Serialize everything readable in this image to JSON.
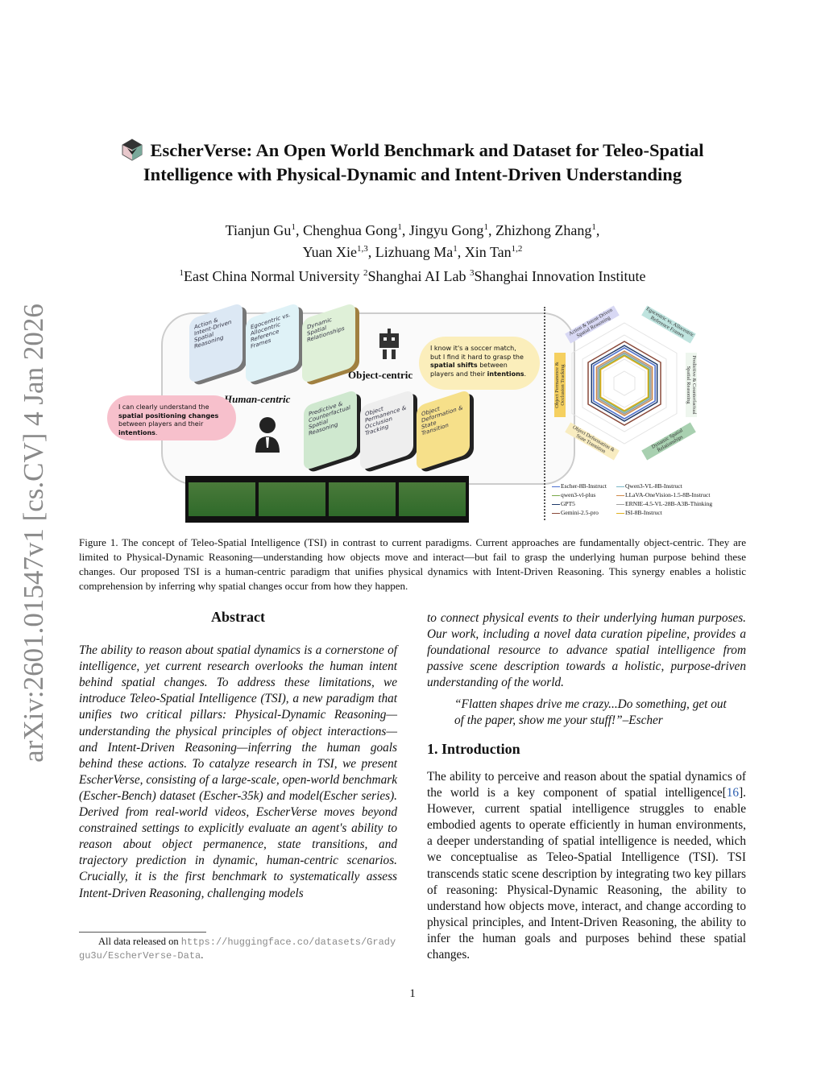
{
  "sidebar": {
    "arxiv_id": "arXiv:2601.01547v1  [cs.CV]  4 Jan 2026"
  },
  "header": {
    "logo_icon": "escher-cube-logo",
    "title_line1": "EscherVerse: An Open World Benchmark and Dataset for Teleo-Spatial",
    "title_line2": "Intelligence with Physical-Dynamic and Intent-Driven Understanding",
    "authors_line1": [
      {
        "name": "Tianjun Gu",
        "sup": "1"
      },
      {
        "name": "Chenghua Gong",
        "sup": "1"
      },
      {
        "name": "Jingyu Gong",
        "sup": "1"
      },
      {
        "name": "Zhizhong Zhang",
        "sup": "1"
      }
    ],
    "authors_line2": [
      {
        "name": "Yuan Xie",
        "sup": "1,3"
      },
      {
        "name": "Lizhuang Ma",
        "sup": "1"
      },
      {
        "name": "Xin Tan",
        "sup": "1,2"
      }
    ],
    "affiliations": [
      {
        "sup": "1",
        "name": "East China Normal University"
      },
      {
        "sup": "2",
        "name": "Shanghai AI Lab"
      },
      {
        "sup": "3",
        "name": "Shanghai Innovation Institute"
      }
    ]
  },
  "figure": {
    "human_label": "Human-centric",
    "object_label": "Object-centric",
    "tiles": [
      "Action & Intent-Driven Spatial Reasoning",
      "Egocentric vs. Allocentric Reference Frames",
      "Dynamic Spatial Relationships",
      "Predictive & Counterfactual Spatial Reasoning",
      "Object Permanence & Occlusion Tracking",
      "Object Deformation & State Transition"
    ],
    "human_cloud": {
      "pre": "I can clearly understand the ",
      "bold": "spatial positioning changes",
      "mid": " between players and their ",
      "bold2": "intentions",
      "post": "."
    },
    "object_cloud": {
      "pre": "I know it's a soccer match, but I find it hard to grasp the ",
      "bold": "spatial shifts",
      "mid": " between players and their ",
      "bold2": "intentions",
      "post": "."
    },
    "radar_axes": [
      "Action & Intent-Driven Spatial Reasoning",
      "Egocentric vs. Allocentric Reference Frames",
      "Predictive & Counterfactual Spatial Reasoning",
      "Dynamic Spatial Relationships",
      "Object Deformation & State Transition",
      "Object Permanence & Occlusion Tracking"
    ],
    "legend": [
      {
        "name": "Escher-8B-Instruct",
        "color": "#4a6fd0"
      },
      {
        "name": "Qwen3-VL-8B-Instruct",
        "color": "#7ab8c8"
      },
      {
        "name": "qwen3-vl-plus",
        "color": "#7aa84a"
      },
      {
        "name": "LLaVA-OneVision-1.5-8B-Instruct",
        "color": "#d08a4a"
      },
      {
        "name": "GPT5",
        "color": "#1f3a6a"
      },
      {
        "name": "ERNIE-4.5-VL-28B-A3B-Thinking",
        "color": "#a0a0a0"
      },
      {
        "name": "Gemini-2.5-pro",
        "color": "#8a4a3a"
      },
      {
        "name": "ISI-8B-Instruct",
        "color": "#e0b020"
      }
    ],
    "caption": "Figure 1. The concept of Teleo-Spatial Intelligence (TSI) in contrast to current paradigms. Current approaches are fundamentally object-centric. They are limited to Physical-Dynamic Reasoning—understanding how objects move and interact—but fail to grasp the underlying human purpose behind these changes. Our proposed TSI is a human-centric paradigm that unifies physical dynamics with Intent-Driven Reasoning. This synergy enables a holistic comprehension by inferring why spatial changes occur from how they happen."
  },
  "abstract": {
    "heading": "Abstract",
    "body": "The ability to reason about spatial dynamics is a cornerstone of intelligence, yet current research overlooks the human intent behind spatial changes.  To address these limitations, we introduce Teleo-Spatial Intelligence (TSI), a new paradigm that unifies two critical pillars: Physical-Dynamic Reasoning—understanding the physical principles of object interactions—and Intent-Driven Reasoning—inferring the human goals behind these actions. To catalyze research in TSI, we present EscherVerse, consisting of a large-scale, open-world benchmark (Escher-Bench) dataset (Escher-35k) and model(Escher series). Derived from real-world videos, EscherVerse moves beyond constrained settings to explicitly evaluate an agent's ability to reason about object permanence, state transitions, and trajectory prediction in dynamic, human-centric scenarios.  Crucially, it is the first benchmark to systematically assess Intent-Driven Reasoning, challenging models",
    "continued": "to connect physical events to their underlying human purposes. Our work, including a novel data curation pipeline, provides a foundational resource to advance spatial intelligence from passive scene description towards a holistic, purpose-driven understanding of the world.",
    "quote": "“Flatten shapes drive me crazy...Do something, get out of the paper, show me your stuff!”–Escher"
  },
  "footnote": {
    "text": "All data released on ",
    "url": "https://huggingface.co/datasets/Gradygu3u/EscherVerse-Data",
    "end": "."
  },
  "introduction": {
    "heading": "1. Introduction",
    "pre": "The ability to perceive and reason about the spatial dynamics of the world is a key component of spatial intelligence[",
    "cite": "16",
    "post": "].  However, current spatial intelligence struggles to enable embodied agents to operate efficiently in human environments, a deeper understanding of spatial intelligence is needed, which we conceptualise as Teleo-Spatial Intelligence (TSI). TSI transcends static scene description by integrating two key pillars of reasoning: Physical-Dynamic Reasoning, the ability to understand how objects move, interact, and change according to physical principles, and Intent-Driven Reasoning, the ability to infer the human goals and purposes behind these spatial changes."
  },
  "page_number": "1"
}
